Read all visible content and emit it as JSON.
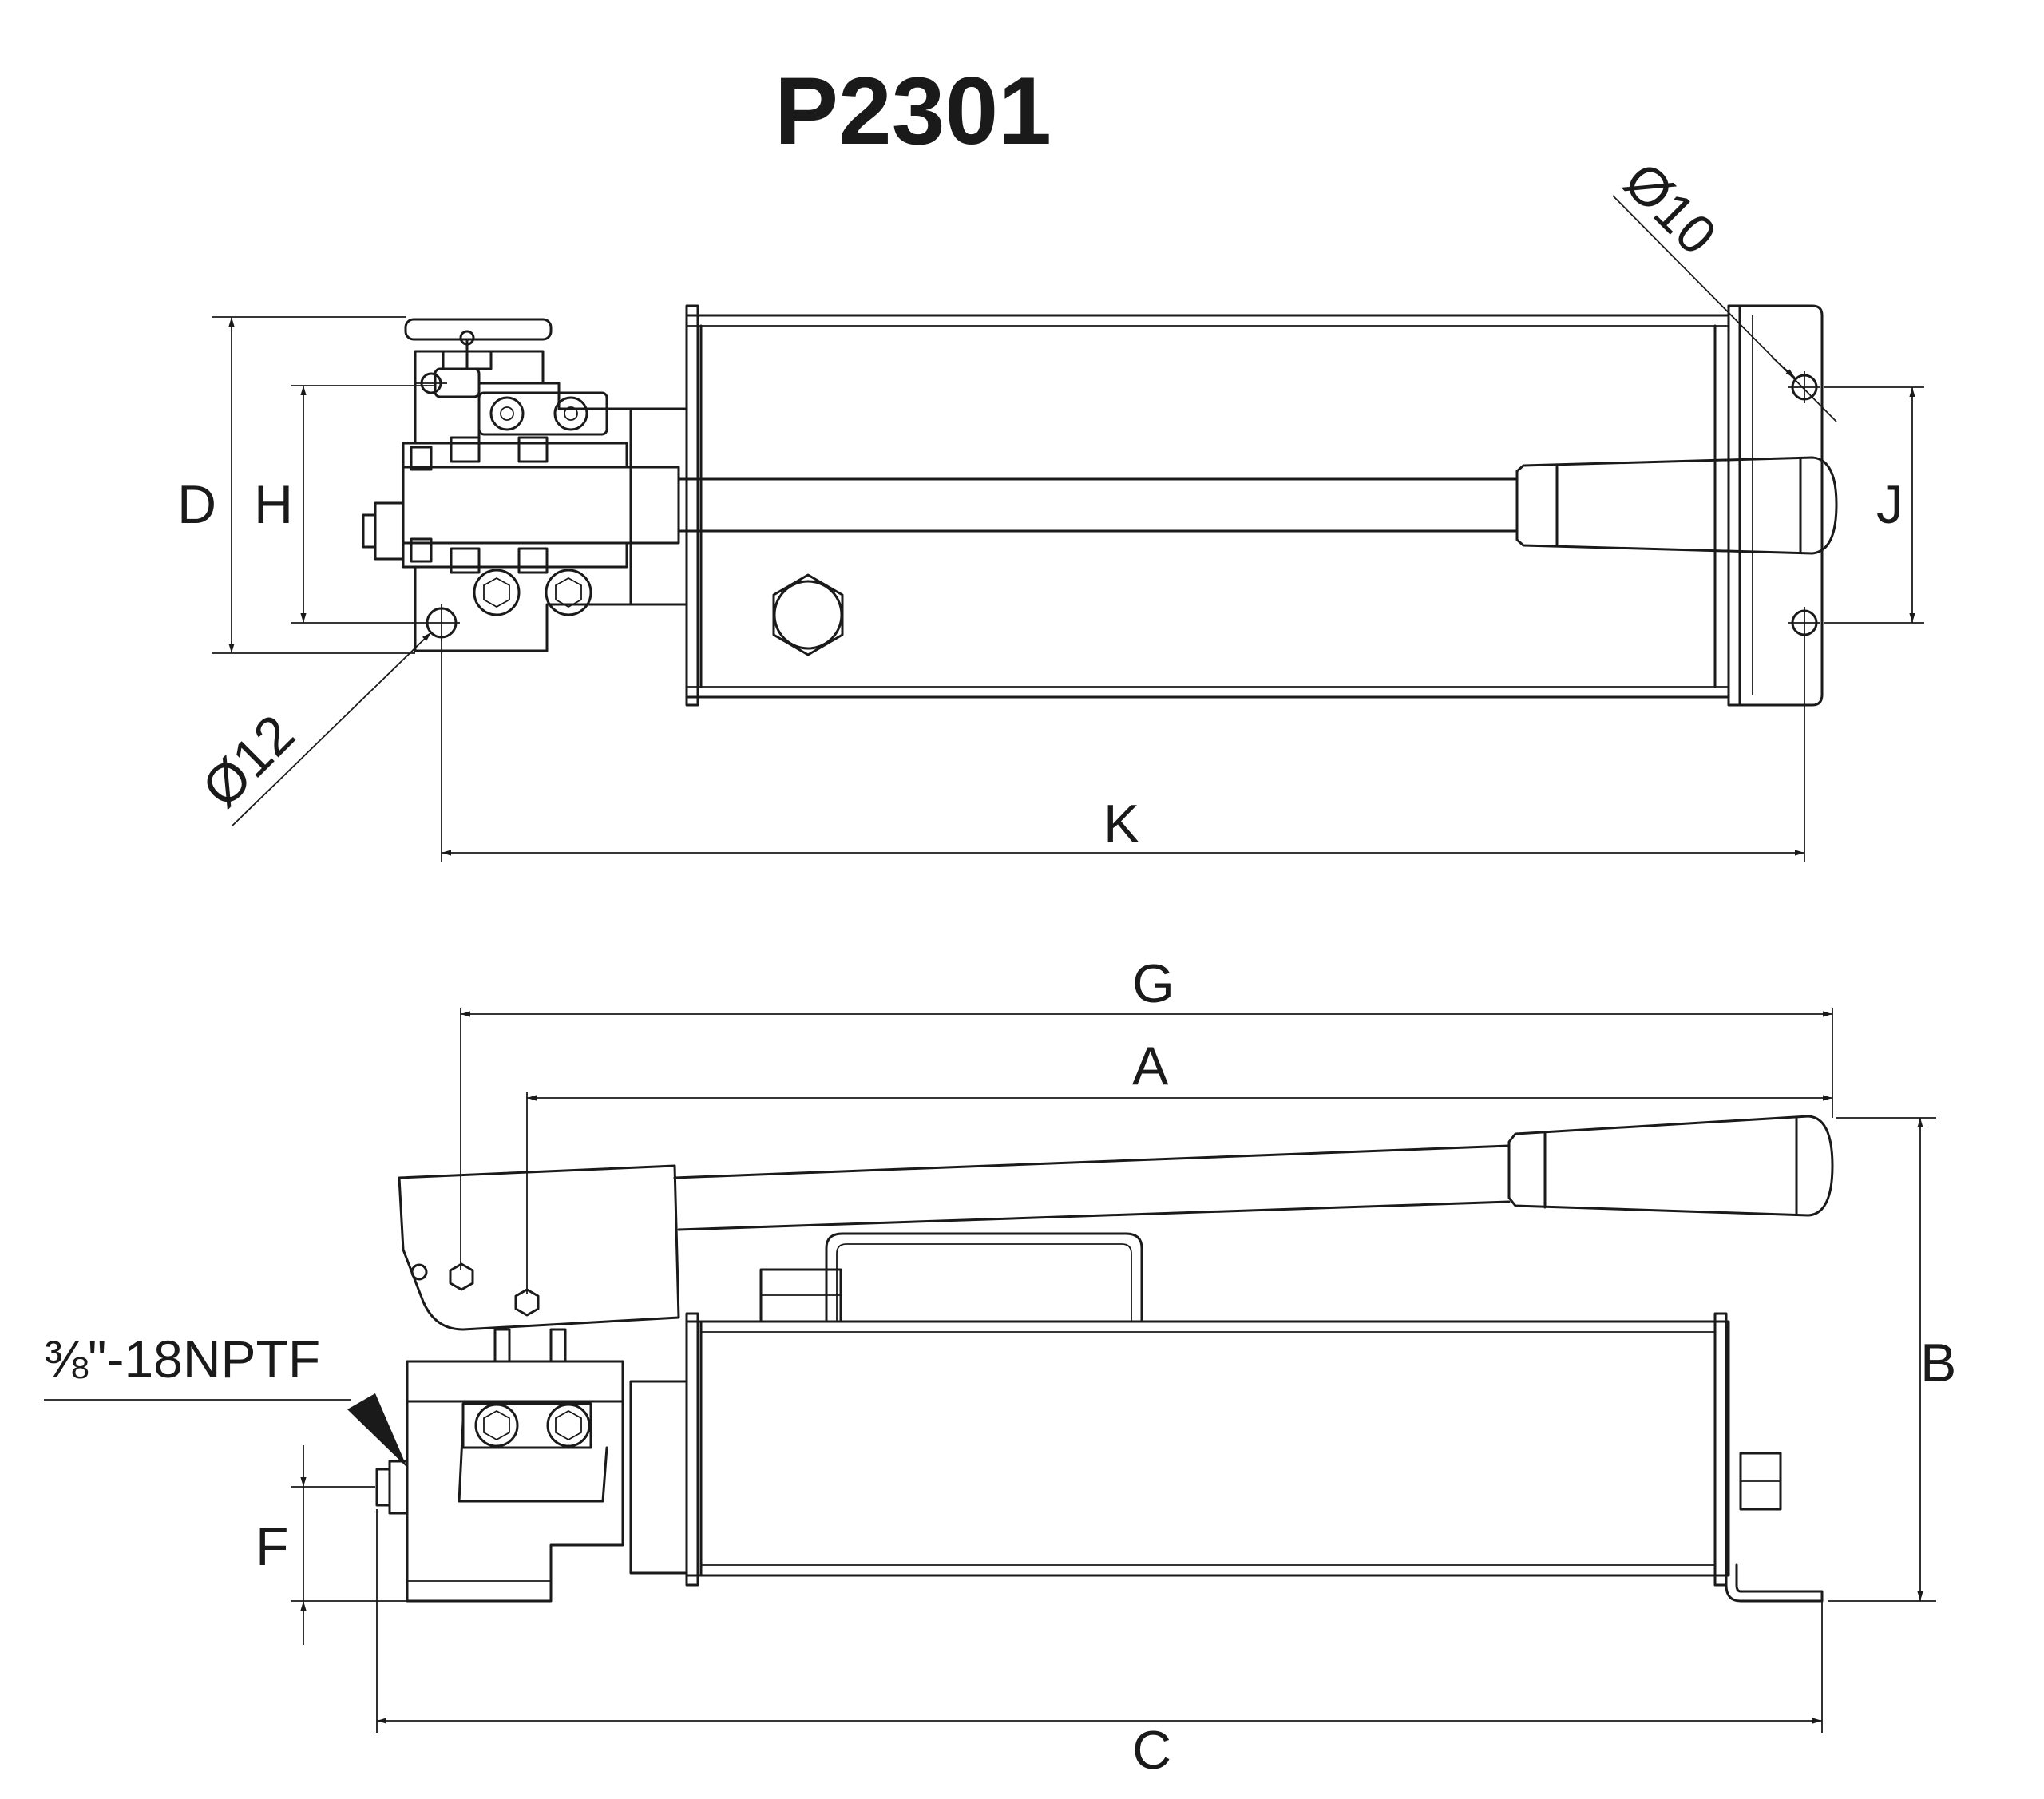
{
  "title": "P2301",
  "dimensions": {
    "A": "A",
    "B": "B",
    "C": "C",
    "D": "D",
    "F": "F",
    "G": "G",
    "H": "H",
    "J": "J",
    "K": "K"
  },
  "diameters": {
    "mount_hole_right": "Ø10",
    "mount_hole_left": "Ø12"
  },
  "port_note": "⅜\"-18NPTF"
}
